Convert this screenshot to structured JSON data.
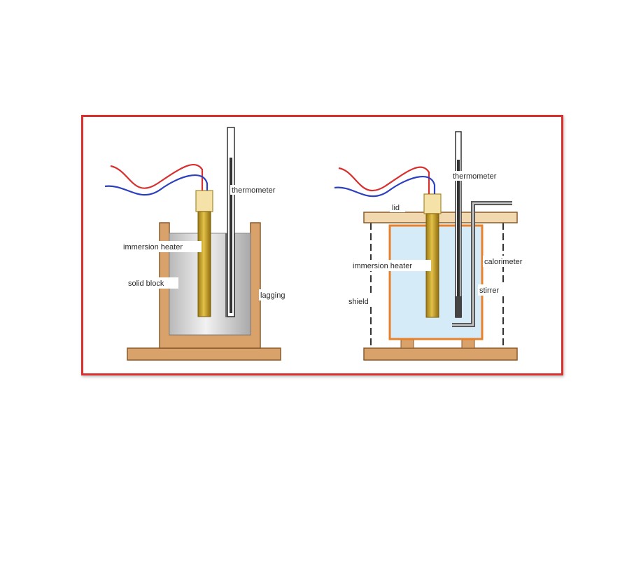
{
  "figure": {
    "frame_color": "#d7302f",
    "left_apparatus": {
      "labels": {
        "thermometer": "thermometer",
        "immersion_heater": "immersion heater",
        "solid_block": "solid block",
        "lagging": "lagging"
      }
    },
    "right_apparatus": {
      "labels": {
        "thermometer": "thermometer",
        "lid": "lid",
        "immersion_heater": "immersion heater",
        "calorimeter": "calorimeter",
        "stirrer": "stirrer",
        "shield": "shield"
      }
    },
    "colors": {
      "wood": "#d9a26b",
      "wood_dark": "#8a5a2b",
      "heater": "#c9a227",
      "heater_cap": "#f4e2a8",
      "water": "#d6ebf8",
      "calorimeter_outline": "#e8822a",
      "wire_red": "#d7302f",
      "wire_blue": "#2b3fbf",
      "block": "#cfcfcf"
    }
  }
}
